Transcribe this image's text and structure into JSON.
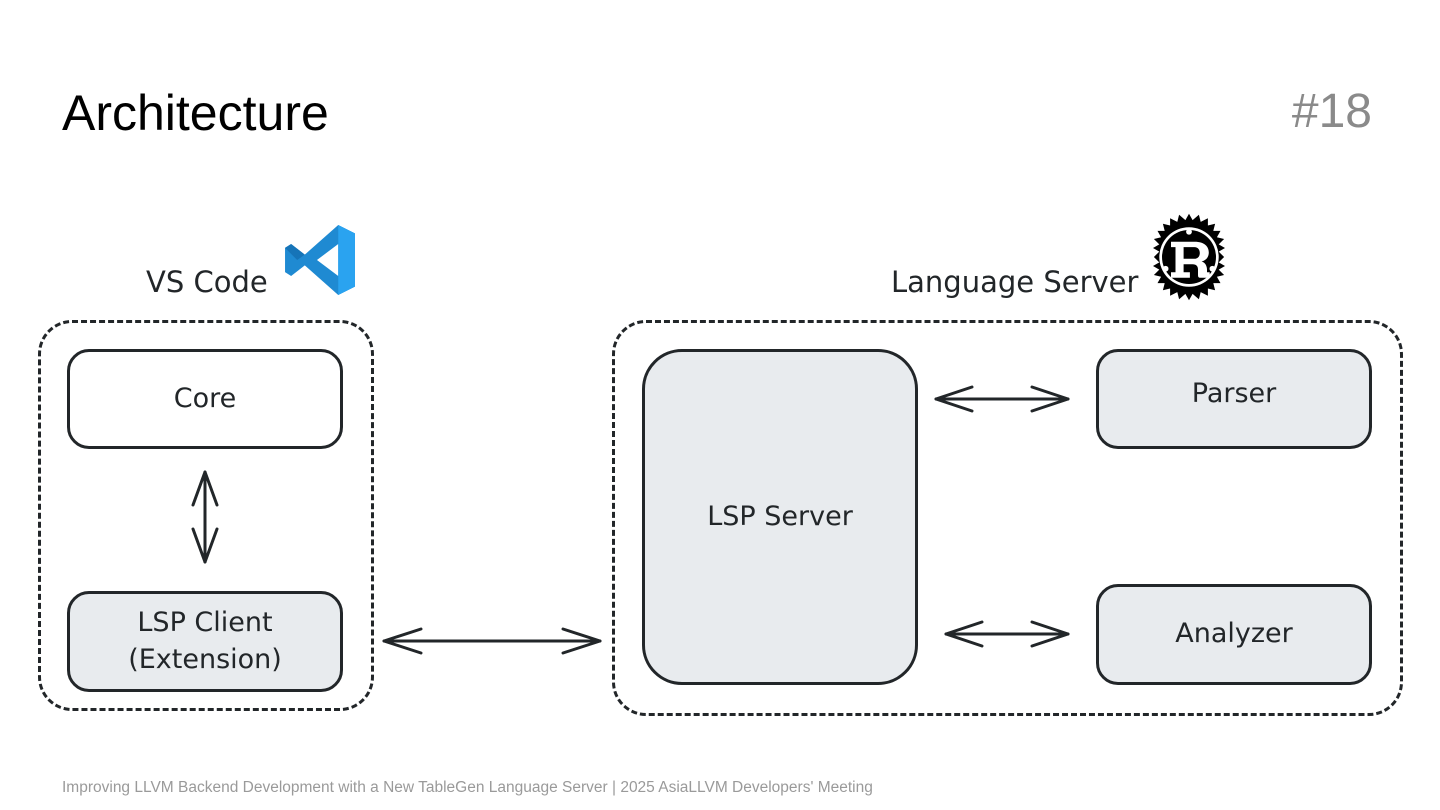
{
  "slide": {
    "title": "Architecture",
    "number": "#18",
    "footer": "Improving LLVM Backend Development with a New TableGen Language Server | 2025 AsiaLLVM Developers' Meeting"
  },
  "groups": {
    "vscode": {
      "label": "VS Code",
      "icon": "vscode-logo-icon",
      "nodes": {
        "core": "Core",
        "lsp_client": "LSP Client\n(Extension)"
      }
    },
    "language_server": {
      "label": "Language Server",
      "icon": "rust-logo-icon",
      "nodes": {
        "lsp_server": "LSP Server",
        "parser": "Parser",
        "analyzer": "Analyzer"
      }
    }
  },
  "edges": [
    {
      "from": "core",
      "to": "lsp_client",
      "direction": "both"
    },
    {
      "from": "lsp_client",
      "to": "lsp_server",
      "direction": "both"
    },
    {
      "from": "lsp_server",
      "to": "parser",
      "direction": "both"
    },
    {
      "from": "lsp_server",
      "to": "analyzer",
      "direction": "both"
    }
  ],
  "colors": {
    "stroke": "#222629",
    "node_fill": "#e8ebee",
    "vscode_blue": "#1f8ad2",
    "rust_black": "#000000"
  }
}
